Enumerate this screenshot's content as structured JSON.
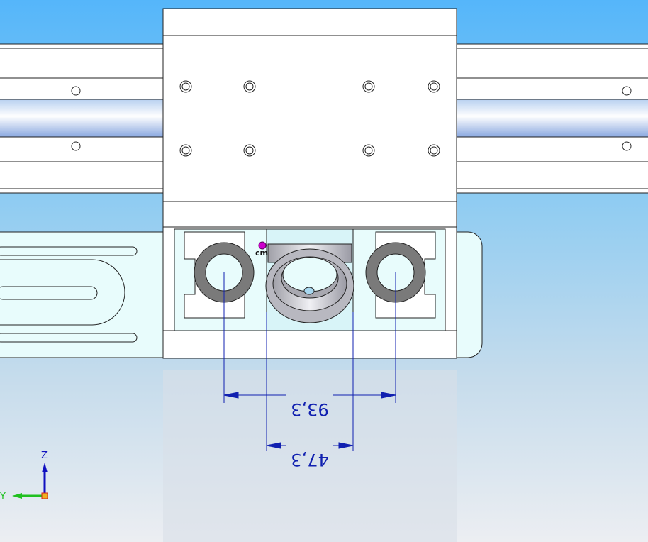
{
  "viewport": {
    "center_of_mass_label": "cm",
    "dimensions": [
      {
        "name": "outer-rod-spacing",
        "value": "93,3"
      },
      {
        "name": "inner-spacing",
        "value": "47,3"
      }
    ],
    "triad": {
      "z_label": "Z",
      "y_label": "Y"
    }
  },
  "colors": {
    "dimension": "#1020b0",
    "sky_top": "#5ab8f8",
    "part_fill": "#e8fcfc",
    "bearing_gray": "#7a7a7a",
    "cm_marker": "#cc00cc"
  }
}
